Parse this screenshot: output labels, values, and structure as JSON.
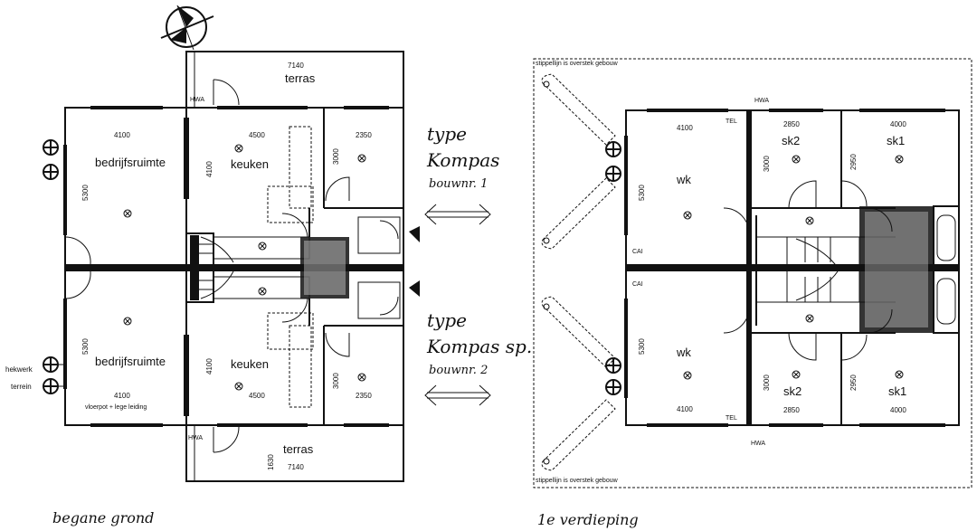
{
  "ground_floor": {
    "caption": "begane grond",
    "rooms": {
      "bedrijfsruimte_top": "bedrijfsruimte",
      "bedrijfsruimte_bottom": "bedrijfsruimte",
      "keuken_top": "keuken",
      "keuken_bottom": "keuken",
      "terras_top": "terras",
      "terras_bottom": "terras"
    },
    "dimensions": {
      "d4100_top": "4100",
      "d4500_top": "4500",
      "d2350_top": "2350",
      "d7140_top": "7140",
      "d5300_top": "5300",
      "d4100v_top": "4100",
      "d3000_top": "3000",
      "d4100_bottom": "4100",
      "d4500_bottom": "4500",
      "d2350_bottom": "2350",
      "d7140_bottom": "7140",
      "d5300_bottom": "5300",
      "d4100v_bottom": "4100",
      "d3000_bottom": "3000",
      "d1630_bottom": "1630"
    },
    "labels": {
      "hwa_top": "HWA",
      "hwa_bottom": "HWA",
      "hekwerk": "hekwerk",
      "terrein": "terrein",
      "vloerpot": "vloerpot + lege leiding"
    }
  },
  "upper_floor": {
    "caption": "1e verdieping",
    "note_top": "stippellijn is overstek gebouw",
    "note_bottom": "stippellijn is overstek gebouw",
    "rooms": {
      "wk_top": "wk",
      "wk_bottom": "wk",
      "sk2_top": "sk2",
      "sk1_top": "sk1",
      "sk2_bottom": "sk2",
      "sk1_bottom": "sk1"
    },
    "dimensions": {
      "d4100_top": "4100",
      "d2850_top": "2850",
      "d4000_top": "4000",
      "d5300_top": "5300",
      "d3000_top": "3000",
      "d2950_top": "2950",
      "d4100_bottom": "4100",
      "d2850_bottom": "2850",
      "d4000_bottom": "4000",
      "d5300_bottom": "5300",
      "d3000_bottom": "3000",
      "d2950_bottom": "2950"
    },
    "labels": {
      "hwa_top": "HWA",
      "hwa_bottom": "HWA",
      "tel_top": "TEL",
      "tel_bottom": "TEL",
      "cai_top": "CAI",
      "cai_bottom": "CAI"
    }
  },
  "types": [
    {
      "name": "type",
      "model": "Kompas",
      "bouwnr": "bouwnr. 1"
    },
    {
      "name": "type",
      "model": "Kompas sp.",
      "bouwnr": "bouwnr. 2"
    }
  ]
}
